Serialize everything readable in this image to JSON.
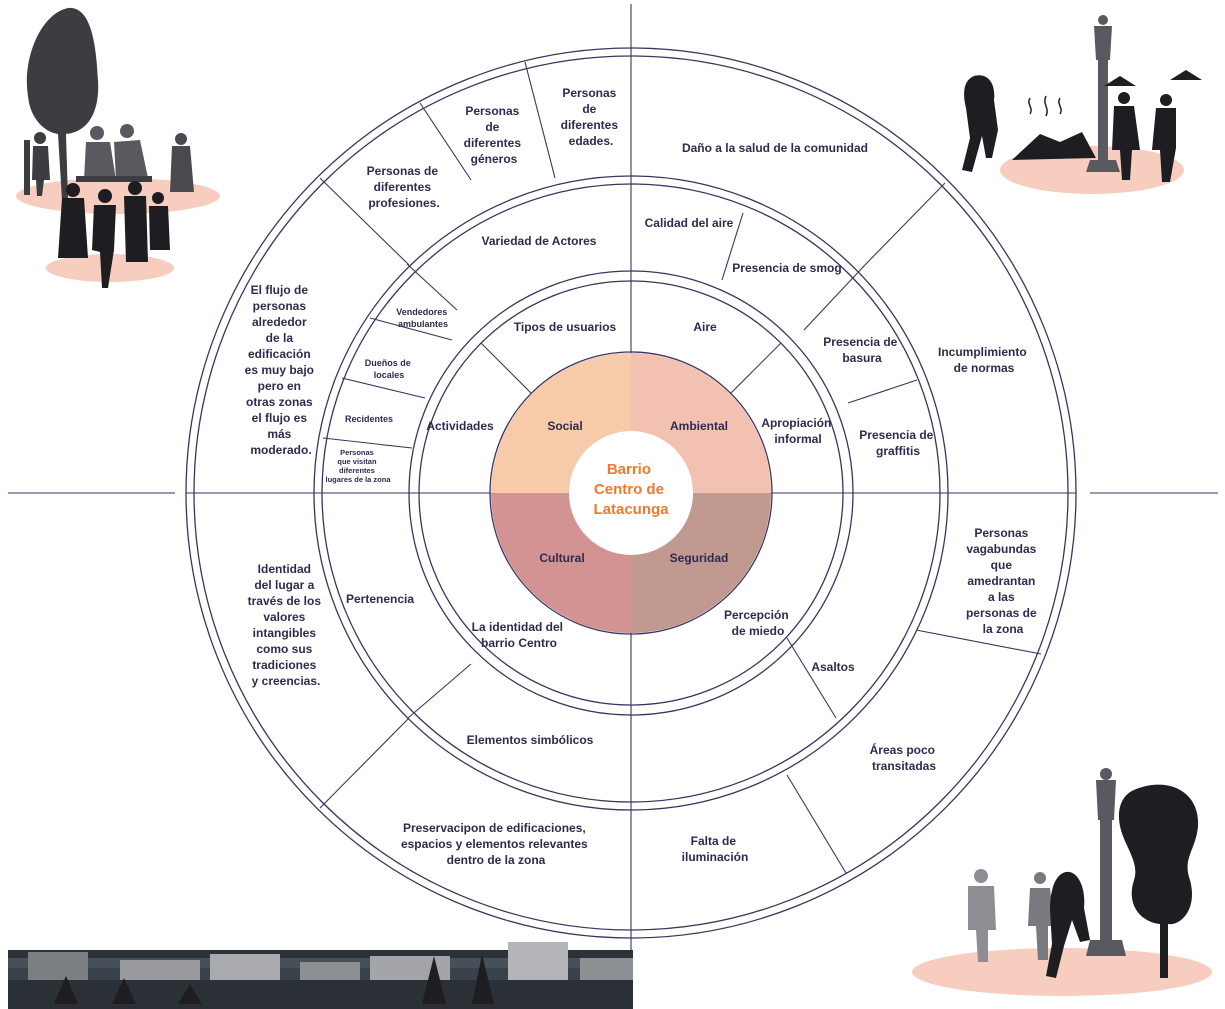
{
  "center": {
    "lines": [
      "Barrio",
      "Centro de",
      "Latacunga"
    ]
  },
  "quadrants": [
    {
      "id": "social",
      "label": "Social",
      "color": "#f7cba9"
    },
    {
      "id": "ambiental",
      "label": "Ambiental",
      "color": "#f3c1b1"
    },
    {
      "id": "cultural",
      "label": "Cultural",
      "color": "#d49393"
    },
    {
      "id": "seguridad",
      "label": "Seguridad",
      "color": "#c29990"
    }
  ],
  "ring2": {
    "tipos_usuarios": "Tipos de usuarios",
    "actividades": "Actividades",
    "aire": "Aire",
    "apropiacion": [
      "Apropiación",
      "informal"
    ],
    "identidad_barrio": [
      "La identidad del",
      "barrio Centro"
    ],
    "pertenencia": "Pertenencia",
    "percepcion": [
      "Percepción",
      "de miedo"
    ]
  },
  "ring3": {
    "variedad_actores": "Variedad de Actores",
    "vendedores": [
      "Vendedores",
      "ambulantes"
    ],
    "duenos": [
      "Dueños de",
      "locales"
    ],
    "recidentes": "Recidentes",
    "personas_visitan": [
      "Personas",
      "que visitan",
      "diferentes",
      "lugares de la zona"
    ],
    "calidad_aire": "Calidad del aire",
    "smog": "Presencia de smog",
    "basura": [
      "Presencia de",
      "basura"
    ],
    "graffitis": [
      "Presencia de",
      "graffitis"
    ],
    "elementos_simbolicos": "Elementos simbólicos",
    "asaltos": "Asaltos"
  },
  "ring4": {
    "profesiones": [
      "Personas de",
      "diferentes",
      "profesiones."
    ],
    "generos": [
      "Personas",
      "de",
      "diferentes",
      "géneros"
    ],
    "edades": [
      "Personas",
      "de",
      "diferentes",
      "edades."
    ],
    "flujo": [
      "El flujo de",
      "personas",
      "alrededor",
      "de la",
      "edificación",
      "es muy bajo",
      "pero en",
      "otras zonas",
      "el flujo es",
      "más",
      "moderado."
    ],
    "dano_salud": "Daño a la salud de la comunidad",
    "incumplimiento": [
      "Incumplimiento",
      "de normas"
    ],
    "identidad_lugar": [
      "Identidad",
      "del lugar a",
      "través de los",
      "valores",
      "intangibles",
      "como sus",
      "tradiciones",
      "y creencias."
    ],
    "preservacion": [
      "Preservacipon de edificaciones,",
      "espacios y elementos relevantes",
      "dentro de la zona"
    ],
    "vagabundas": [
      "Personas",
      "vagabundas",
      "que",
      "amedrantan",
      "a las",
      "personas de",
      "la zona"
    ],
    "areas_poco": [
      "Áreas poco",
      "transitadas"
    ],
    "falta_iluminacion": [
      "Falta de",
      "iluminación"
    ]
  },
  "colors": {
    "line": "#3a3560",
    "text": "#2f2a4f",
    "center_text": "#ee7a2e",
    "silhouette": "#1e1e22",
    "shadow_pink": "#f6cdbf"
  }
}
